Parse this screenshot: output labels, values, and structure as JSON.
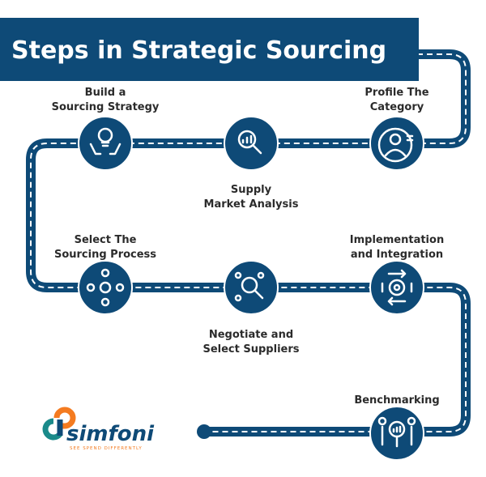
{
  "title": "Steps in Strategic Sourcing",
  "steps": [
    {
      "line1": "Build a",
      "line2": "Sourcing Strategy",
      "icon": "lightbulb-hands-icon"
    },
    {
      "line1": "Supply",
      "line2": "Market Analysis",
      "icon": "magnifier-chart-icon"
    },
    {
      "line1": "Profile The",
      "line2": "Category",
      "icon": "user-profile-icon"
    },
    {
      "line1": "Select The",
      "line2": "Sourcing Process",
      "icon": "process-network-icon"
    },
    {
      "line1": "Negotiate and",
      "line2": "Select Suppliers",
      "icon": "people-search-icon"
    },
    {
      "line1": "Implementation",
      "line2": "and Integration",
      "icon": "gear-arrows-icon"
    },
    {
      "line1": "Benchmarking",
      "icon": "benchmark-people-icon"
    }
  ],
  "logo": {
    "name": "simfoni",
    "tagline": "SEE SPEND DIFFERENTLY"
  },
  "colors": {
    "primary": "#0e4a77",
    "accent": "#f47b20",
    "teal": "#1a8a8a"
  }
}
